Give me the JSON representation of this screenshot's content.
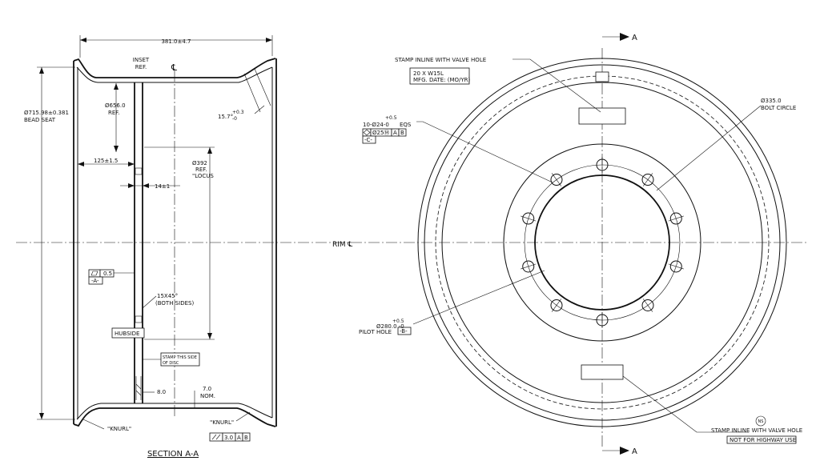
{
  "section_view": {
    "width_dim": "381.0±4.7",
    "inset_ref": [
      "INSET",
      "REF."
    ],
    "centerline": "℄",
    "bead_seat": [
      "Ø715.98±0.381",
      "BEAD SEAT"
    ],
    "dia_656": [
      "Ø656.0",
      "REF."
    ],
    "flange_angle": "15.7°",
    "flange_tol_plus": "+0.3",
    "flange_tol_minus": "-0",
    "offset_dim": "125±1.5",
    "locus": [
      "Ø392",
      "REF.",
      "\"LOCUS"
    ],
    "disc_thickness": "14±1",
    "flatness_value": "0.5",
    "datum_a": "-A-",
    "chamfer": [
      "15X45°",
      "(BOTH SIDES)"
    ],
    "hubside": "HUBSIDE",
    "stamp_side": [
      "STAMP THIS SIDE",
      "OF DISC"
    ],
    "radius_note": "8.0",
    "nom_dim": [
      "7.0",
      "NOM."
    ],
    "knurl_left": "\"KNURL\"",
    "knurl_right": "\"KNURL\"",
    "runout_value": "3.0",
    "runout_datum_a": "A",
    "runout_datum_b": "B",
    "section_title": "SECTION A-A"
  },
  "front_view": {
    "stamp_valve_top": "STAMP INLINE WITH VALVE HOLE",
    "stamp_box": [
      "20 X W15L",
      "MFG. DATE: (MO/YR)"
    ],
    "bolt_holes": [
      "+0.5",
      "10-Ø24-0",
      "EQS"
    ],
    "position_tol": "Ø25Ⓜ",
    "position_datum_a": "A",
    "position_datum_b": "B",
    "datum_c": "-C-",
    "bolt_circle": [
      "Ø335.0",
      "BOLT CIRCLE"
    ],
    "rim_centerline": "RIM ℄",
    "pilot_hole": [
      "+0.5",
      "Ø280.0 -0",
      "PILOT HOLE"
    ],
    "datum_b": "-B-",
    "stamp_valve_bottom": "STAMP INLINE WITH VALVE HOLE",
    "not_for_highway": "NOT FOR HIGHWAY USE",
    "ns_symbol": "NS",
    "section_arrow_top": "A",
    "section_arrow_bottom": "A"
  }
}
